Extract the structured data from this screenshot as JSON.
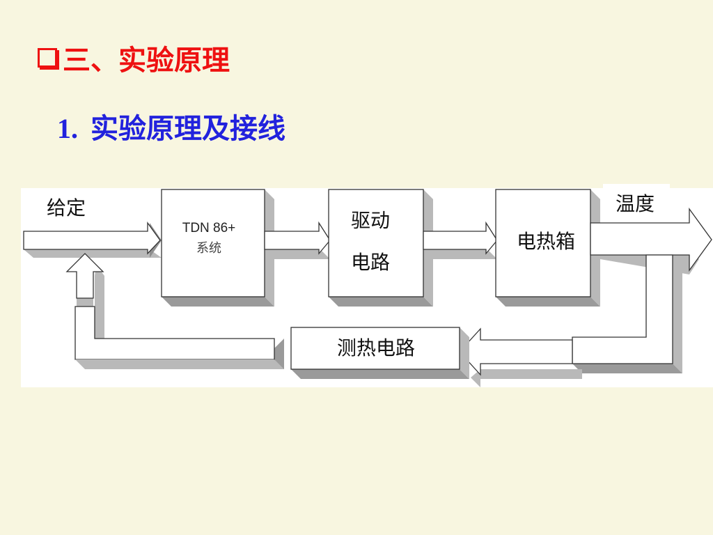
{
  "heading": {
    "bullet_icon": "checkbox-bullet-icon",
    "text": "三、实验原理"
  },
  "subheading": {
    "number": "1.",
    "text": "实验原理及接线"
  },
  "diagram": {
    "setpoint_label": "给定",
    "controller": {
      "line1": "TDN 86+",
      "line2": "系统"
    },
    "driver": {
      "line1": "驱动",
      "line2": "电路"
    },
    "oven": {
      "label": "电热箱"
    },
    "temperature_label": "温度",
    "sensor": {
      "label": "测热电路"
    }
  },
  "colors": {
    "heading": "#ee1111",
    "subheading": "#2222dd",
    "background": "#f8f6e0",
    "diagram_shadow": "#b9b9b9"
  }
}
